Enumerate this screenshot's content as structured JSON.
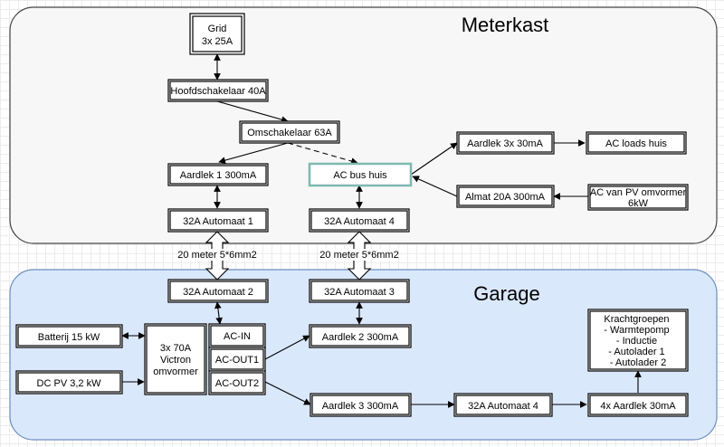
{
  "colors": {
    "meterkast_fill": "#f7f7f7",
    "garage_fill": "#dae8fc",
    "garage_stroke": "#6c8ebf",
    "ac_bus_stroke": "#7fb8b0"
  },
  "containers": {
    "meterkast": {
      "title": "Meterkast"
    },
    "garage": {
      "title": "Garage"
    }
  },
  "nodes": {
    "grid": [
      "Grid",
      "3x 25A"
    ],
    "hoofdschakelaar": [
      "Hoofdschakelaar 40A"
    ],
    "omschakelaar": [
      "Omschakelaar 63A"
    ],
    "aardlek1": [
      "Aardlek 1 300mA"
    ],
    "ac_bus_huis": [
      "AC bus huis"
    ],
    "aardlek_3x30": [
      "Aardlek 3x 30mA"
    ],
    "ac_loads_huis": [
      "AC loads huis"
    ],
    "almat": [
      "Almat 20A 300mA"
    ],
    "ac_pv": [
      "AC van PV omvormer",
      "6kW"
    ],
    "automaat1": [
      "32A Automaat 1"
    ],
    "automaat4_top": [
      "32A Automaat 4"
    ],
    "automaat2": [
      "32A Automaat 2"
    ],
    "automaat3": [
      "32A Automaat 3"
    ],
    "batterij": [
      "Batterij 15 kW"
    ],
    "dc_pv": [
      "DC PV 3,2 kW"
    ],
    "victron": [
      "3x 70A",
      "Victron",
      "omvormer"
    ],
    "ac_in": [
      "AC-IN"
    ],
    "ac_out1": [
      "AC-OUT1"
    ],
    "ac_out2": [
      "AC-OUT2"
    ],
    "aardlek2": [
      "Aardlek 2 300mA"
    ],
    "aardlek3": [
      "Aardlek 3 300mA"
    ],
    "automaat4_bottom": [
      "32A Automaat 4"
    ],
    "aardlek_4x30": [
      "4x Aardlek 30mA"
    ],
    "krachtgroepen": [
      "Krachtgroepen",
      "- Warmtepomp",
      "- Inductie",
      "- Autolader 1",
      "- Autolader 2"
    ]
  },
  "cables": {
    "left": "20 meter 5*6mm2",
    "right": "20 meter 5*6mm2"
  }
}
